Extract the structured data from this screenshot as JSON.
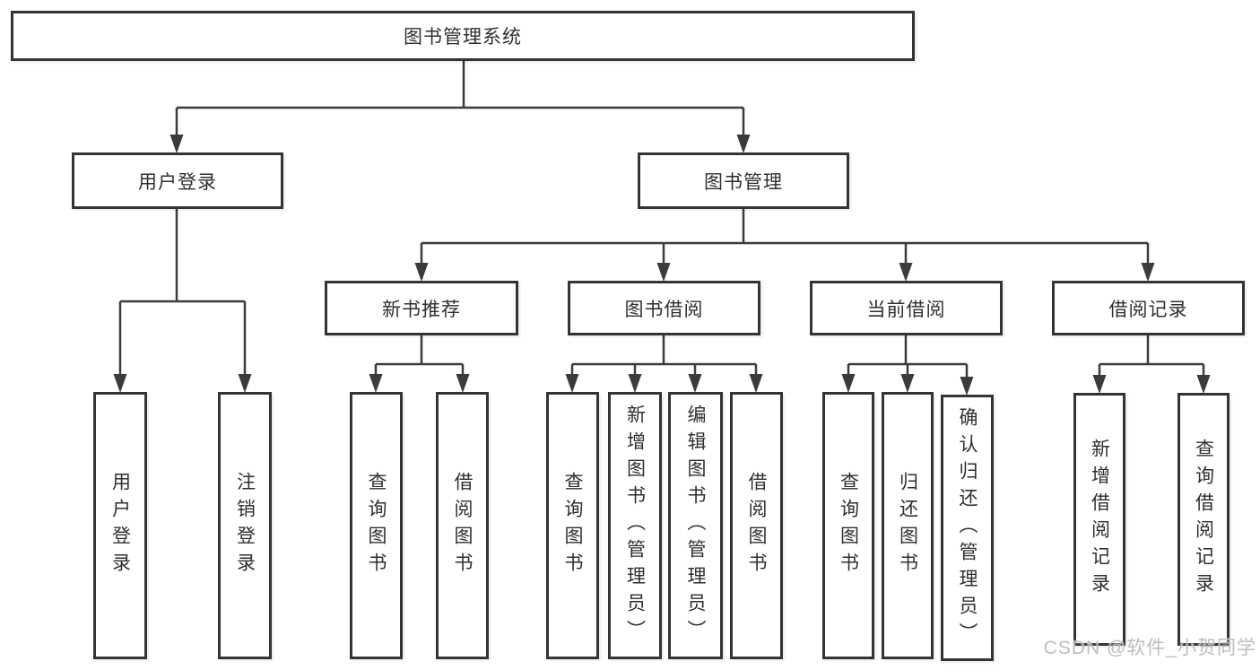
{
  "watermark": "CSDN @软件_小贺同学",
  "colors": {
    "line": "#3b3b3b",
    "border": "#343434",
    "text": "#2f2f2f",
    "background": "#ffffff",
    "watermark": "#b9b9b9"
  },
  "tree": {
    "root": {
      "label": "图书管理系统",
      "children": [
        {
          "label": "用户登录",
          "children": [
            {
              "label": "用户登录"
            },
            {
              "label": "注销登录"
            }
          ]
        },
        {
          "label": "图书管理",
          "children": [
            {
              "label": "新书推荐",
              "children": [
                {
                  "label": "查询图书"
                },
                {
                  "label": "借阅图书"
                }
              ]
            },
            {
              "label": "图书借阅",
              "children": [
                {
                  "label": "查询图书"
                },
                {
                  "label": "新增图书（管理员）"
                },
                {
                  "label": "编辑图书（管理员）"
                },
                {
                  "label": "借阅图书"
                }
              ]
            },
            {
              "label": "当前借阅",
              "children": [
                {
                  "label": "查询图书"
                },
                {
                  "label": "归还图书"
                },
                {
                  "label": "确认归还（管理员）"
                }
              ]
            },
            {
              "label": "借阅记录",
              "children": [
                {
                  "label": "新增借阅记录"
                },
                {
                  "label": "查询借阅记录"
                }
              ]
            }
          ]
        }
      ]
    }
  }
}
